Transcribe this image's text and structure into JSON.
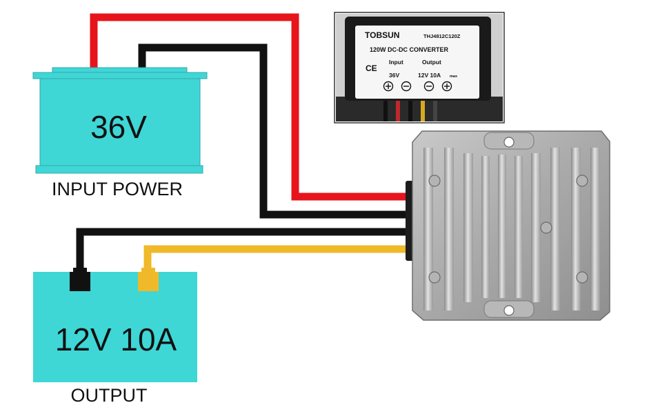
{
  "input_source": {
    "voltage": "36V",
    "caption": "INPUT POWER",
    "color": "#3fd6d6"
  },
  "output_load": {
    "rating": "12V 10A",
    "caption": "OUTPUT",
    "color": "#3fd6d6"
  },
  "converter_label": {
    "brand": "TOBSUN",
    "model": "THJ4812C120Z",
    "title": "120W DC-DC CONVERTER",
    "ce_mark": "CE",
    "input_heading": "Input",
    "output_heading": "Output",
    "input_value": "36V",
    "output_value": "12V 10A",
    "output_suffix": "max",
    "terminals": [
      "plus-icon",
      "minus-icon",
      "minus-icon",
      "plus-icon"
    ]
  },
  "wires": {
    "input_positive": "#e8141c",
    "input_negative": "#111111",
    "output_negative": "#111111",
    "output_positive": "#f0b92a"
  }
}
